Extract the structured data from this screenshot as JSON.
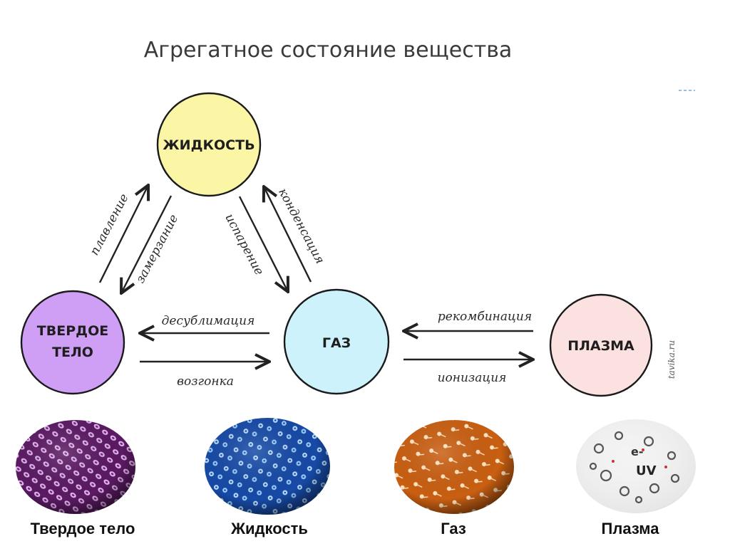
{
  "title": "Агрегатное состояние вещества",
  "states": {
    "liquid": {
      "label": "ЖИДКОСТЬ",
      "color": "#fbf5a6"
    },
    "solid": {
      "line1": "ТВЕРДОЕ",
      "line2": "ТЕЛО",
      "color": "#cf9ef5"
    },
    "gas": {
      "label": "ГАЗ",
      "color": "#cdf2fb"
    },
    "plasma": {
      "label": "ПЛАЗМА",
      "color": "#fbe1df"
    }
  },
  "processes": {
    "melting": "плавление",
    "freezing": "замерзание",
    "evaporation": "испарение",
    "condensation": "конденсация",
    "desublimation": "десублимация",
    "sublimation": "возгонка",
    "recombination": "рекомбинация",
    "ionization": "ионизация"
  },
  "credit": "tavika.ru",
  "captions": {
    "solid": "Твердое тело",
    "liquid": "Жидкость",
    "gas": "Газ",
    "plasma": "Плазма"
  },
  "sphere_text": {
    "electron": "e-",
    "uv": "UV"
  },
  "colors": {
    "solid_sphere": "#8a2a8c",
    "liquid_sphere": "#1f5fb8",
    "gas_sphere": "#d9701a",
    "plasma_sphere": "#f2f2f2"
  }
}
